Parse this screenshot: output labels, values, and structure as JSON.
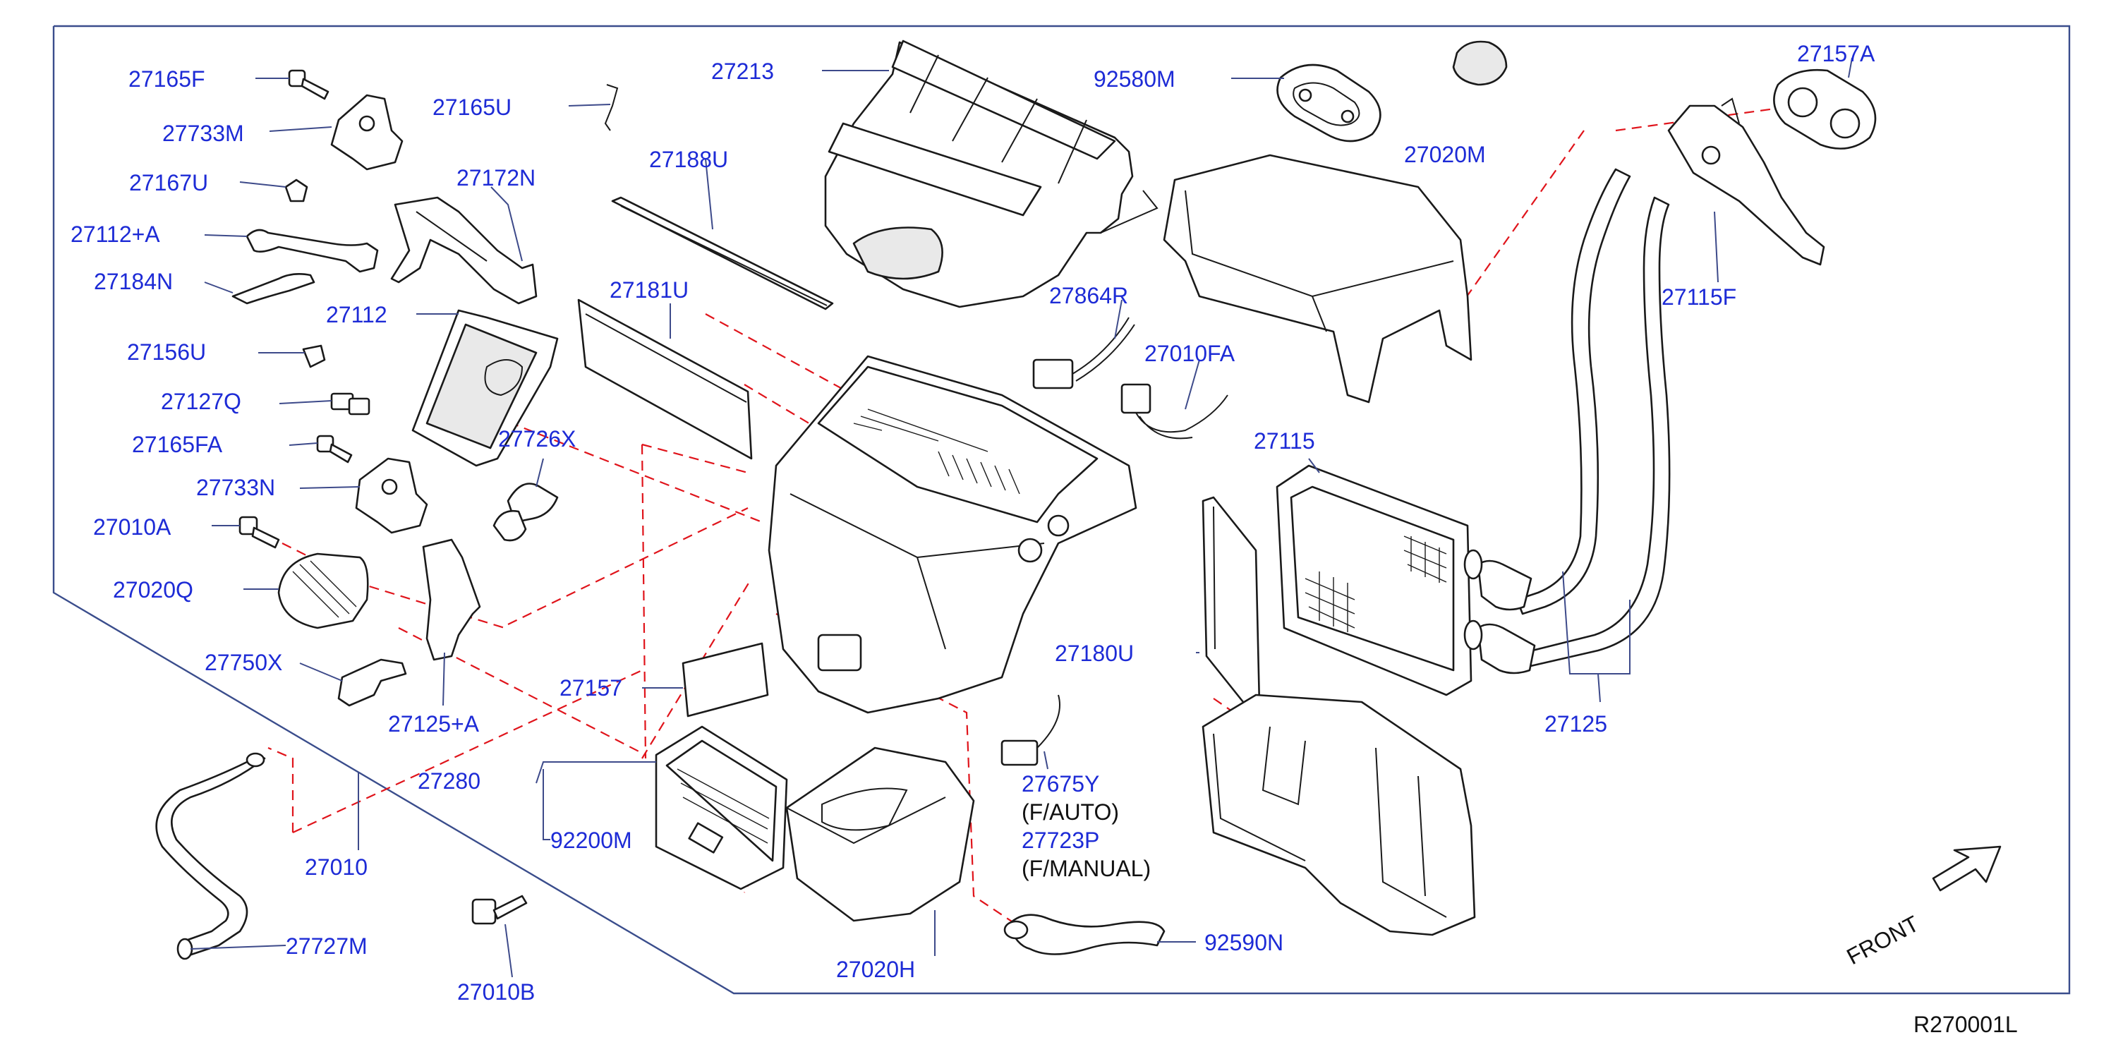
{
  "colors": {
    "label": "#1d2bd6",
    "note": "#111111",
    "leader": "#3d4a8a",
    "centerline": "#e0141b"
  },
  "labels": {
    "p27165F": "27165F",
    "p27733M": "27733M",
    "p27165U": "27165U",
    "p27167U": "27167U",
    "p27172N": "27172N",
    "p27112A": "27112+A",
    "p27184N": "27184N",
    "p27112": "27112",
    "p27156U": "27156U",
    "p27127Q": "27127Q",
    "p27165FA": "27165FA",
    "p27733N": "27733N",
    "p27726X": "27726X",
    "p27010A": "27010A",
    "p27020Q": "27020Q",
    "p27750X": "27750X",
    "p27125A": "27125+A",
    "p27280": "27280",
    "p27010": "27010",
    "p92200M": "92200M",
    "p27727M": "27727M",
    "p27010B": "27010B",
    "p27213": "27213",
    "p27188U": "27188U",
    "p27181U": "27181U",
    "p27157": "27157",
    "p27020H": "27020H",
    "p92580M": "92580M",
    "p27020M": "27020M",
    "p27157A": "27157A",
    "p27115F": "27115F",
    "p27864R": "27864R",
    "p27010FA": "27010FA",
    "p27115": "27115",
    "p27180U": "27180U",
    "p27125": "27125",
    "p27675Y": "27675Y",
    "p27723P": "27723P",
    "p92590N": "92590N"
  },
  "notes": {
    "fauto": "(F/AUTO)",
    "fmanual": "(F/MANUAL)"
  },
  "front_label": "FRONT",
  "reference_code": "R270001L"
}
